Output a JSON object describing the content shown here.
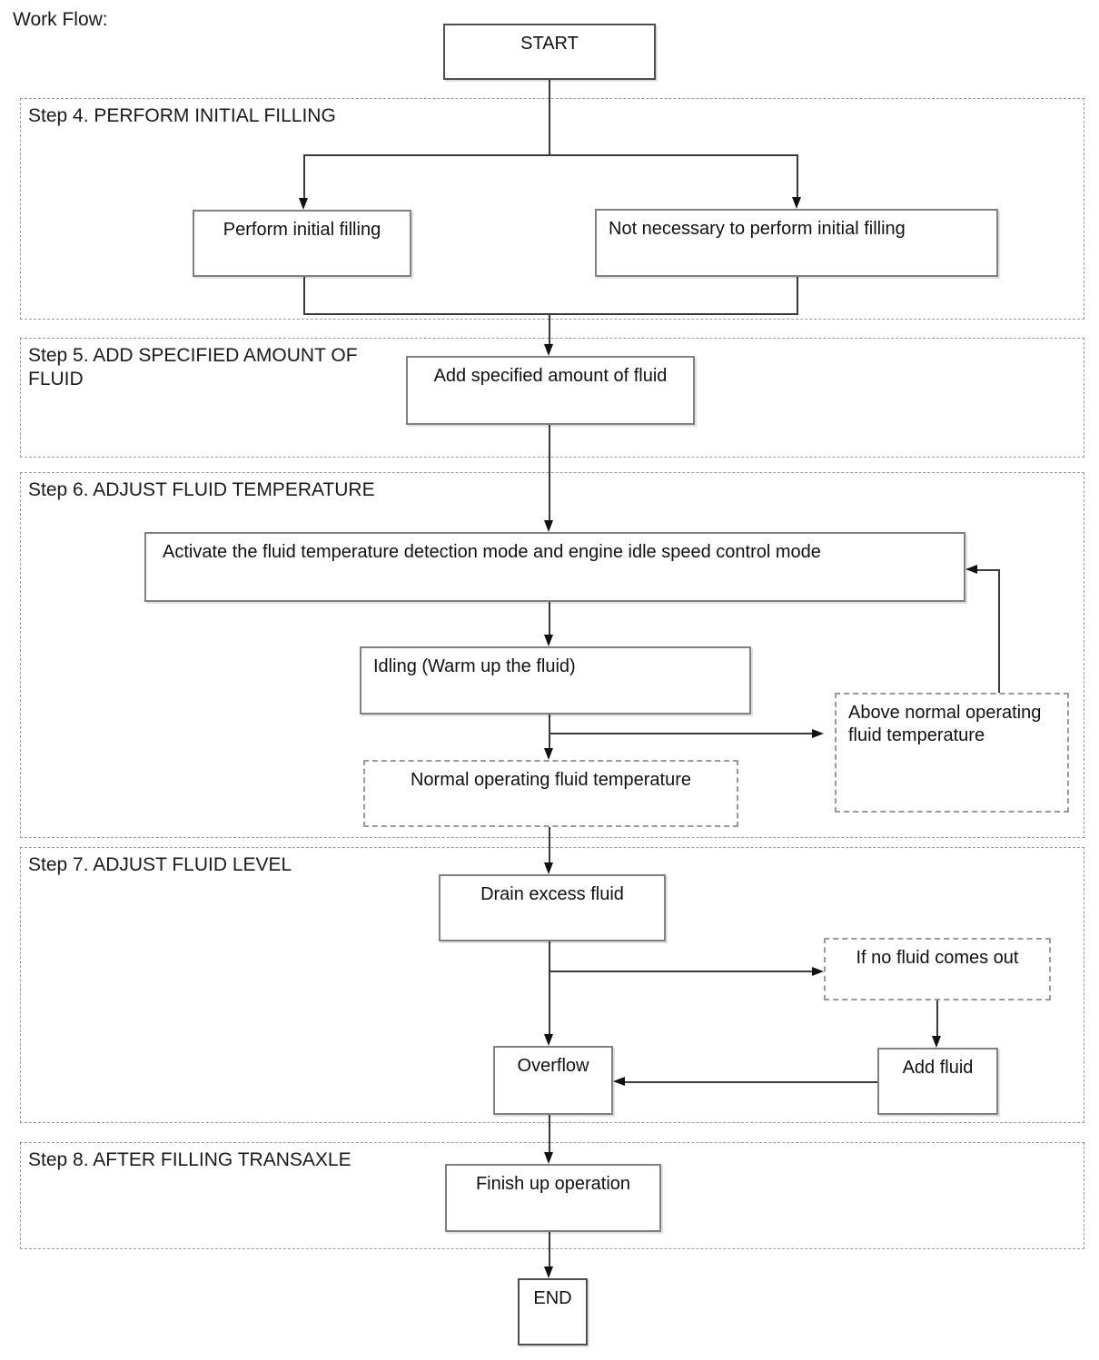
{
  "title": "Work Flow:",
  "flowchart": {
    "sections": {
      "step4": "Step 4. PERFORM INITIAL FILLING",
      "step5": "Step 5. ADD SPECIFIED AMOUNT OF FLUID",
      "step6": "Step 6. ADJUST FLUID TEMPERATURE",
      "step7": "Step 7. ADJUST FLUID LEVEL",
      "step8": "Step 8. AFTER FILLING TRANSAXLE"
    },
    "nodes": {
      "start": "START",
      "perform_initial": "Perform initial filling",
      "not_necessary": "Not necessary to perform initial filling",
      "add_specified": "Add specified amount of fluid",
      "activate": "Activate the fluid temperature detection mode and engine idle speed control mode",
      "idling": "Idling (Warm up the fluid)",
      "normal_temp": "Normal operating fluid temperature",
      "above_temp": "Above normal operating fluid temperature",
      "drain": "Drain excess fluid",
      "if_no_fluid": "If no fluid comes out",
      "overflow": "Overflow",
      "add_fluid": "Add fluid",
      "finish": "Finish up operation",
      "end": "END"
    },
    "edges": [
      {
        "from": "start",
        "to": "perform_initial"
      },
      {
        "from": "start",
        "to": "not_necessary"
      },
      {
        "from": "perform_initial",
        "to": "add_specified"
      },
      {
        "from": "not_necessary",
        "to": "add_specified"
      },
      {
        "from": "add_specified",
        "to": "activate"
      },
      {
        "from": "activate",
        "to": "idling"
      },
      {
        "from": "idling",
        "to": "normal_temp"
      },
      {
        "from": "idling",
        "to": "above_temp"
      },
      {
        "from": "above_temp",
        "to": "activate"
      },
      {
        "from": "normal_temp",
        "to": "drain"
      },
      {
        "from": "drain",
        "to": "overflow"
      },
      {
        "from": "drain",
        "to": "if_no_fluid"
      },
      {
        "from": "if_no_fluid",
        "to": "add_fluid"
      },
      {
        "from": "add_fluid",
        "to": "overflow"
      },
      {
        "from": "overflow",
        "to": "finish"
      },
      {
        "from": "finish",
        "to": "end"
      }
    ],
    "colors": {
      "background": "#ffffff",
      "connector": "#3a3a3a",
      "arrowhead": "#111111",
      "solid_box_border": "#808080",
      "terminal_box_border": "#4d4d4d",
      "dashed_border": "#999999",
      "text": "#111111"
    }
  }
}
